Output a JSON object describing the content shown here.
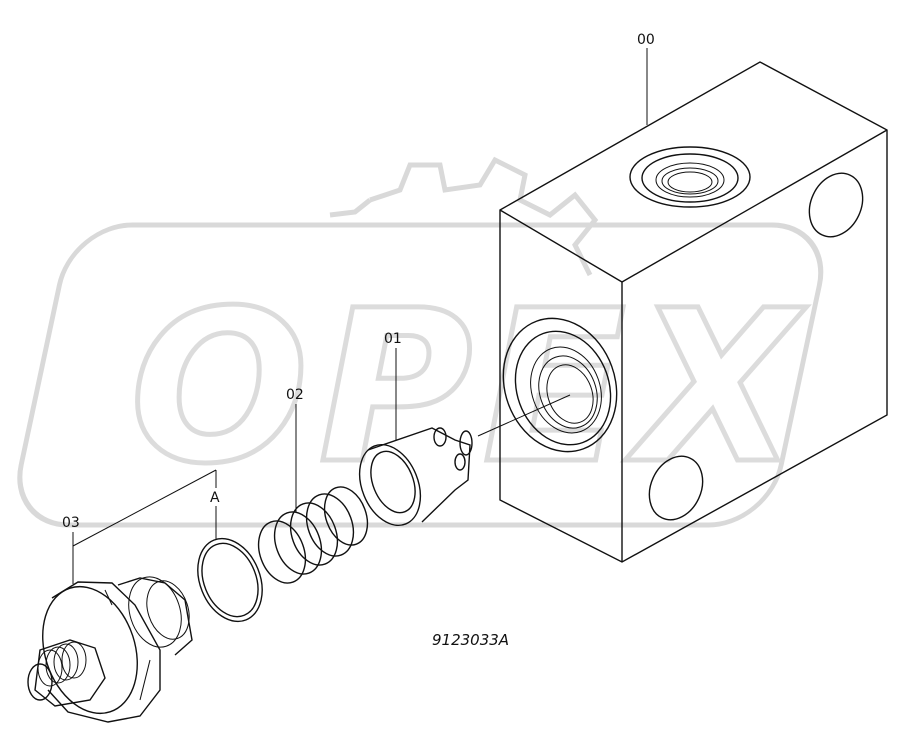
{
  "watermark": {
    "text": "OPEX"
  },
  "callouts": {
    "body": "00",
    "poppet": "01",
    "spring": "02",
    "plug": "03",
    "oring": "A"
  },
  "drawing_number": "9123033A",
  "colors": {
    "line": "#111111",
    "watermark": "#d9d9d9",
    "background": "#ffffff"
  }
}
